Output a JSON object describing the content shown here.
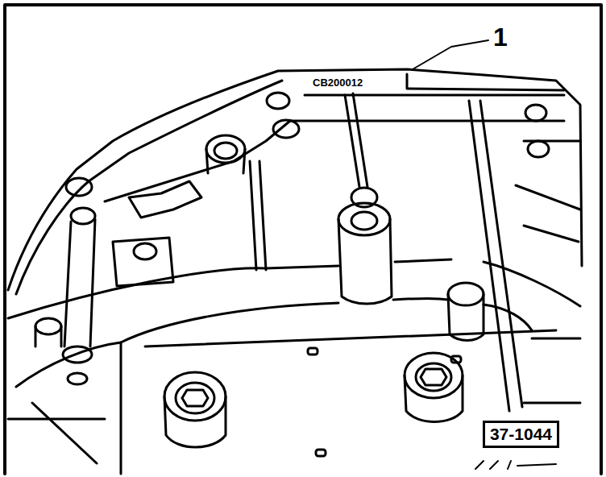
{
  "diagram": {
    "nodes": [
      {
        "text": [
          "37-1044"
        ]
      }
    ],
    "labels": [
      "1",
      "CB200012"
    ]
  }
}
